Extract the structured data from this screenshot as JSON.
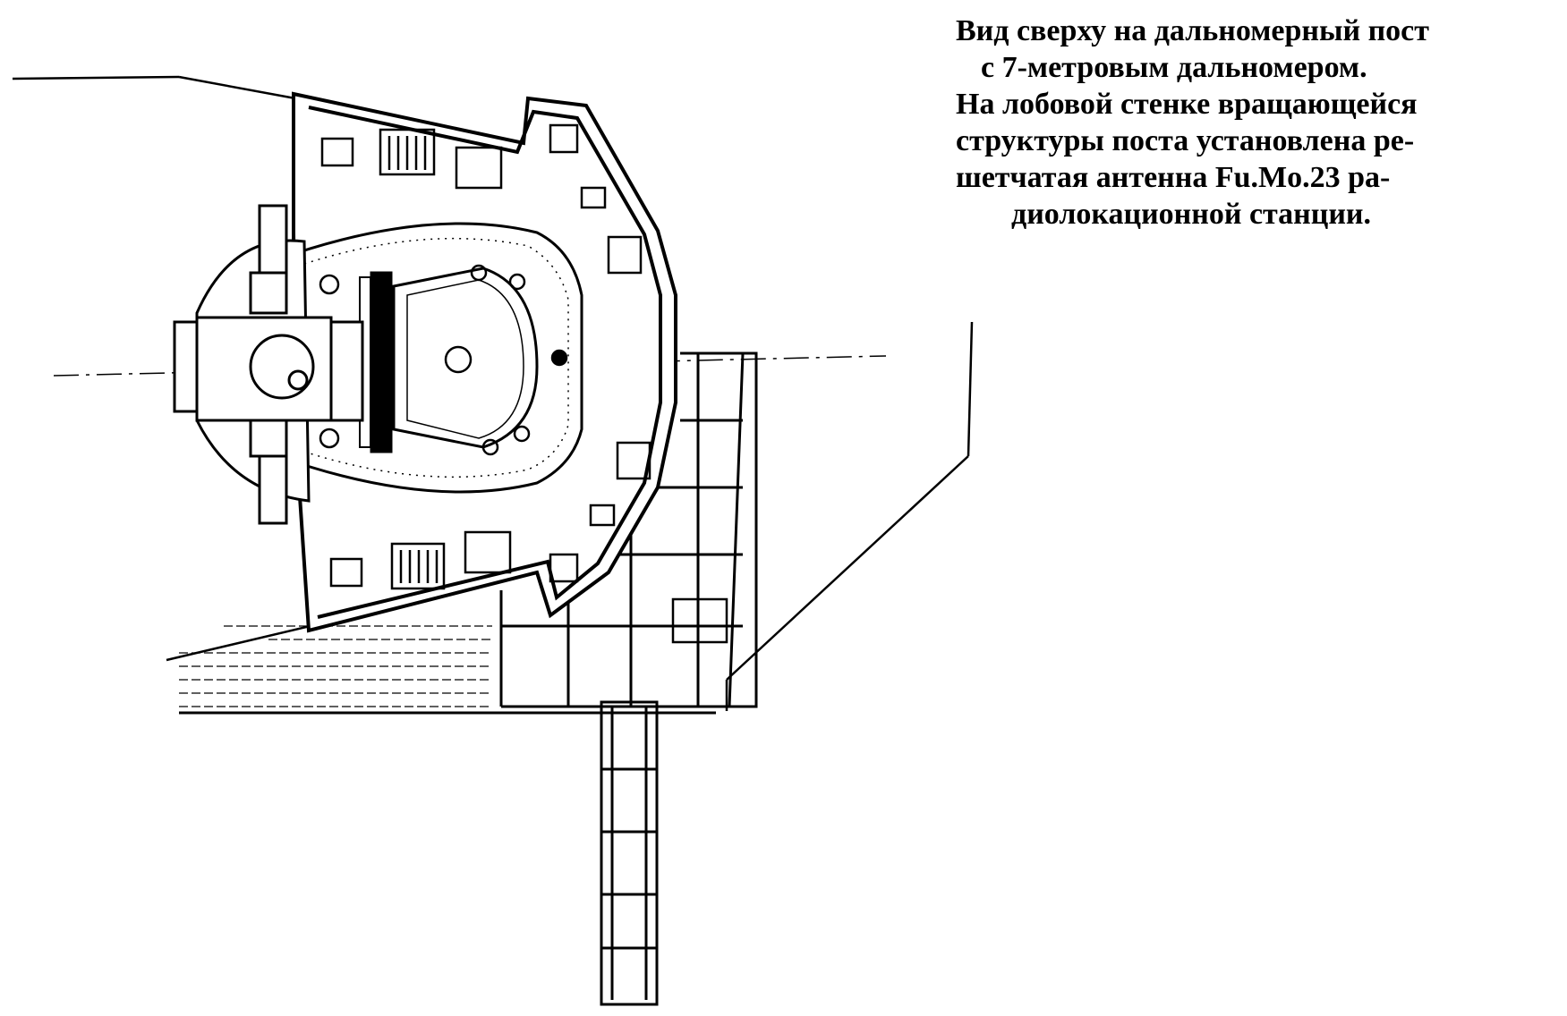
{
  "caption": {
    "line1": "Вид сверху на дальномерный пост",
    "line2": "с 7-метровым дальномером.",
    "line3": "На  лобовой стенке  вращающейся",
    "line4": "структуры поста установлена ре-",
    "line5": "шетчатая антенна  Fu.Mo.23  ра-",
    "line6": "диолокационной станции."
  }
}
